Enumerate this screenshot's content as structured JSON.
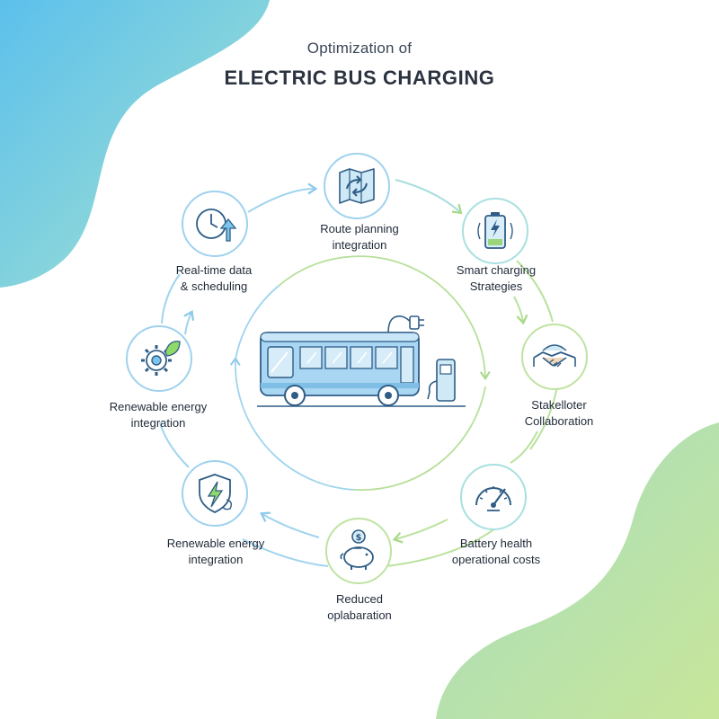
{
  "header": {
    "subtitle": "Optimization of",
    "title": "ELECTRIC BUS CHARGING"
  },
  "nodes": [
    {
      "id": "route-planning",
      "icon": "map-icon",
      "label_line1": "Route planning",
      "label_line2": "integration"
    },
    {
      "id": "smart-charging",
      "icon": "battery-icon",
      "label_line1": "Smart charging",
      "label_line2": "Strategies"
    },
    {
      "id": "stakeholder",
      "icon": "handshake-icon",
      "label_line1": "Stakelloter",
      "label_line2": "Collaboration"
    },
    {
      "id": "battery-health",
      "icon": "gauge-icon",
      "label_line1": "Battery health",
      "label_line2": "operational costs"
    },
    {
      "id": "reduced",
      "icon": "piggy-bank-icon",
      "label_line1": "Reduced",
      "label_line2": "oplabaration"
    },
    {
      "id": "renewable-lower",
      "icon": "shield-bolt-icon",
      "label_line1": "Renewable energy",
      "label_line2": "integration"
    },
    {
      "id": "renewable-upper",
      "icon": "gear-leaf-icon",
      "label_line1": "Renewable energy",
      "label_line2": "integration"
    },
    {
      "id": "realtime",
      "icon": "clock-upload-icon",
      "label_line1": "Real-time data",
      "label_line2": "& scheduling"
    }
  ],
  "center": {
    "icon": "electric-bus-icon"
  },
  "colors": {
    "blue": "#7cc4ec",
    "green": "#a8dd7e",
    "teal": "#8fd8d2",
    "text": "#243042"
  }
}
